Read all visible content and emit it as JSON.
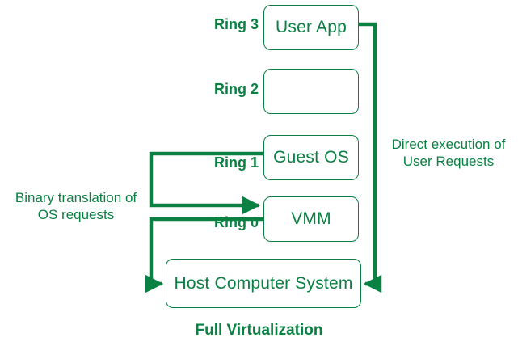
{
  "diagram": {
    "caption": "Full Virtualization",
    "accent_color": "#0b8043",
    "background_color": "#ffffff",
    "rings": [
      {
        "label": "Ring 3",
        "box_text": "User App"
      },
      {
        "label": "Ring 2",
        "box_text": ""
      },
      {
        "label": "Ring 1",
        "box_text": "Guest OS"
      },
      {
        "label": "Ring 0",
        "box_text": "VMM"
      }
    ],
    "host": {
      "box_text": "Host Computer System"
    },
    "edges": [
      {
        "name": "binary-translation",
        "label_line1": "Binary translation of",
        "label_line2": "OS requests",
        "from": "Guest OS",
        "to": "VMM",
        "arrow": "right"
      },
      {
        "name": "direct-execution",
        "label_line1": "Direct execution of",
        "label_line2": "User Requests",
        "from": "User App",
        "to": "Host Computer System",
        "arrow": "left"
      },
      {
        "name": "vmm-to-host",
        "from": "VMM",
        "to": "Host Computer System",
        "arrow": "right"
      }
    ]
  }
}
